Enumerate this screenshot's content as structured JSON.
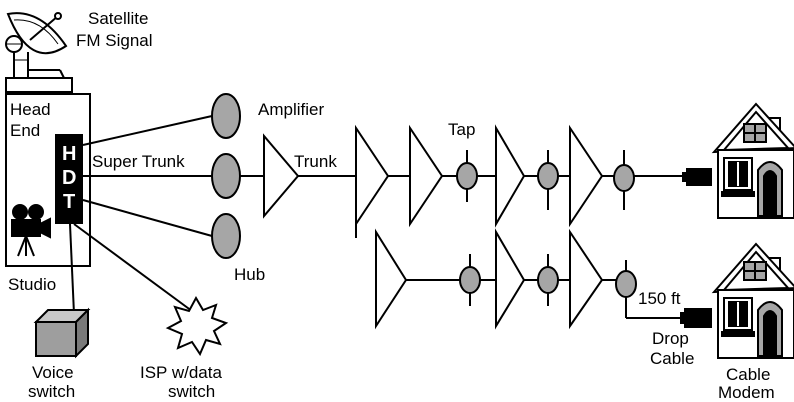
{
  "labels": {
    "satellite_line1": "Satellite",
    "satellite_line2": "FM Signal",
    "head_end_line1": "Head",
    "head_end_line2": "End",
    "hdt_h": "H",
    "hdt_d": "D",
    "hdt_t": "T",
    "super_trunk": "Super Trunk",
    "amplifier": "Amplifier",
    "trunk": "Trunk",
    "tap": "Tap",
    "hub": "Hub",
    "studio": "Studio",
    "voice_line1": "Voice",
    "voice_line2": "switch",
    "isp_line1": "ISP w/data",
    "isp_line2": "switch",
    "distance": "150 ft",
    "drop_line1": "Drop",
    "drop_line2": "Cable",
    "modem_line1": "Cable",
    "modem_line2": "Modem"
  },
  "colors": {
    "line": "#000000",
    "node_fill": "#a6a6a6",
    "box_fill": "#9e9e9e",
    "hdt_fill": "#000000",
    "background": "#ffffff"
  },
  "icons": [
    "satellite-dish-icon",
    "video-camera-icon",
    "voice-switch-box-icon",
    "isp-starburst-icon",
    "house-icon",
    "cable-modem-icon"
  ]
}
